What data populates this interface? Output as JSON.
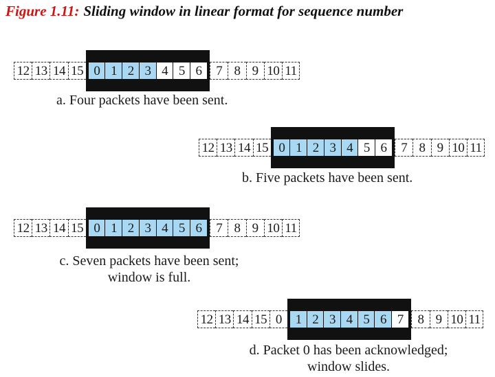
{
  "figure": {
    "label": "Figure 1.11:",
    "title": "Sliding window in linear format for sequence number"
  },
  "colors": {
    "label": "#d01414",
    "sent": "#a9d9f2",
    "window_frame": "#111111"
  },
  "diagrams": [
    {
      "id": "a",
      "cells": [
        "12",
        "13",
        "14",
        "15",
        "0",
        "1",
        "2",
        "3",
        "4",
        "5",
        "6",
        "7",
        "8",
        "9",
        "10",
        "11"
      ],
      "sent": [
        "0",
        "1",
        "2",
        "3"
      ],
      "window": [
        "0",
        "1",
        "2",
        "3",
        "4",
        "5",
        "6"
      ],
      "caption": [
        "a. Four packets have been sent."
      ]
    },
    {
      "id": "b",
      "cells": [
        "12",
        "13",
        "14",
        "15",
        "0",
        "1",
        "2",
        "3",
        "4",
        "5",
        "6",
        "7",
        "8",
        "9",
        "10",
        "11"
      ],
      "sent": [
        "0",
        "1",
        "2",
        "3",
        "4"
      ],
      "window": [
        "0",
        "1",
        "2",
        "3",
        "4",
        "5",
        "6"
      ],
      "caption": [
        "b. Five packets have been sent."
      ]
    },
    {
      "id": "c",
      "cells": [
        "12",
        "13",
        "14",
        "15",
        "0",
        "1",
        "2",
        "3",
        "4",
        "5",
        "6",
        "7",
        "8",
        "9",
        "10",
        "11"
      ],
      "sent": [
        "0",
        "1",
        "2",
        "3",
        "4",
        "5",
        "6"
      ],
      "window": [
        "0",
        "1",
        "2",
        "3",
        "4",
        "5",
        "6"
      ],
      "caption": [
        "c. Seven packets have been sent;",
        "window is full."
      ]
    },
    {
      "id": "d",
      "cells": [
        "12",
        "13",
        "14",
        "15",
        "0",
        "1",
        "2",
        "3",
        "4",
        "5",
        "6",
        "7",
        "8",
        "9",
        "10",
        "11"
      ],
      "sent": [
        "1",
        "2",
        "3",
        "4",
        "5",
        "6"
      ],
      "acknowledged": [
        "0"
      ],
      "window": [
        "1",
        "2",
        "3",
        "4",
        "5",
        "6",
        "7"
      ],
      "caption": [
        "d. Packet 0 has been acknowledged;",
        "window slides."
      ]
    }
  ]
}
